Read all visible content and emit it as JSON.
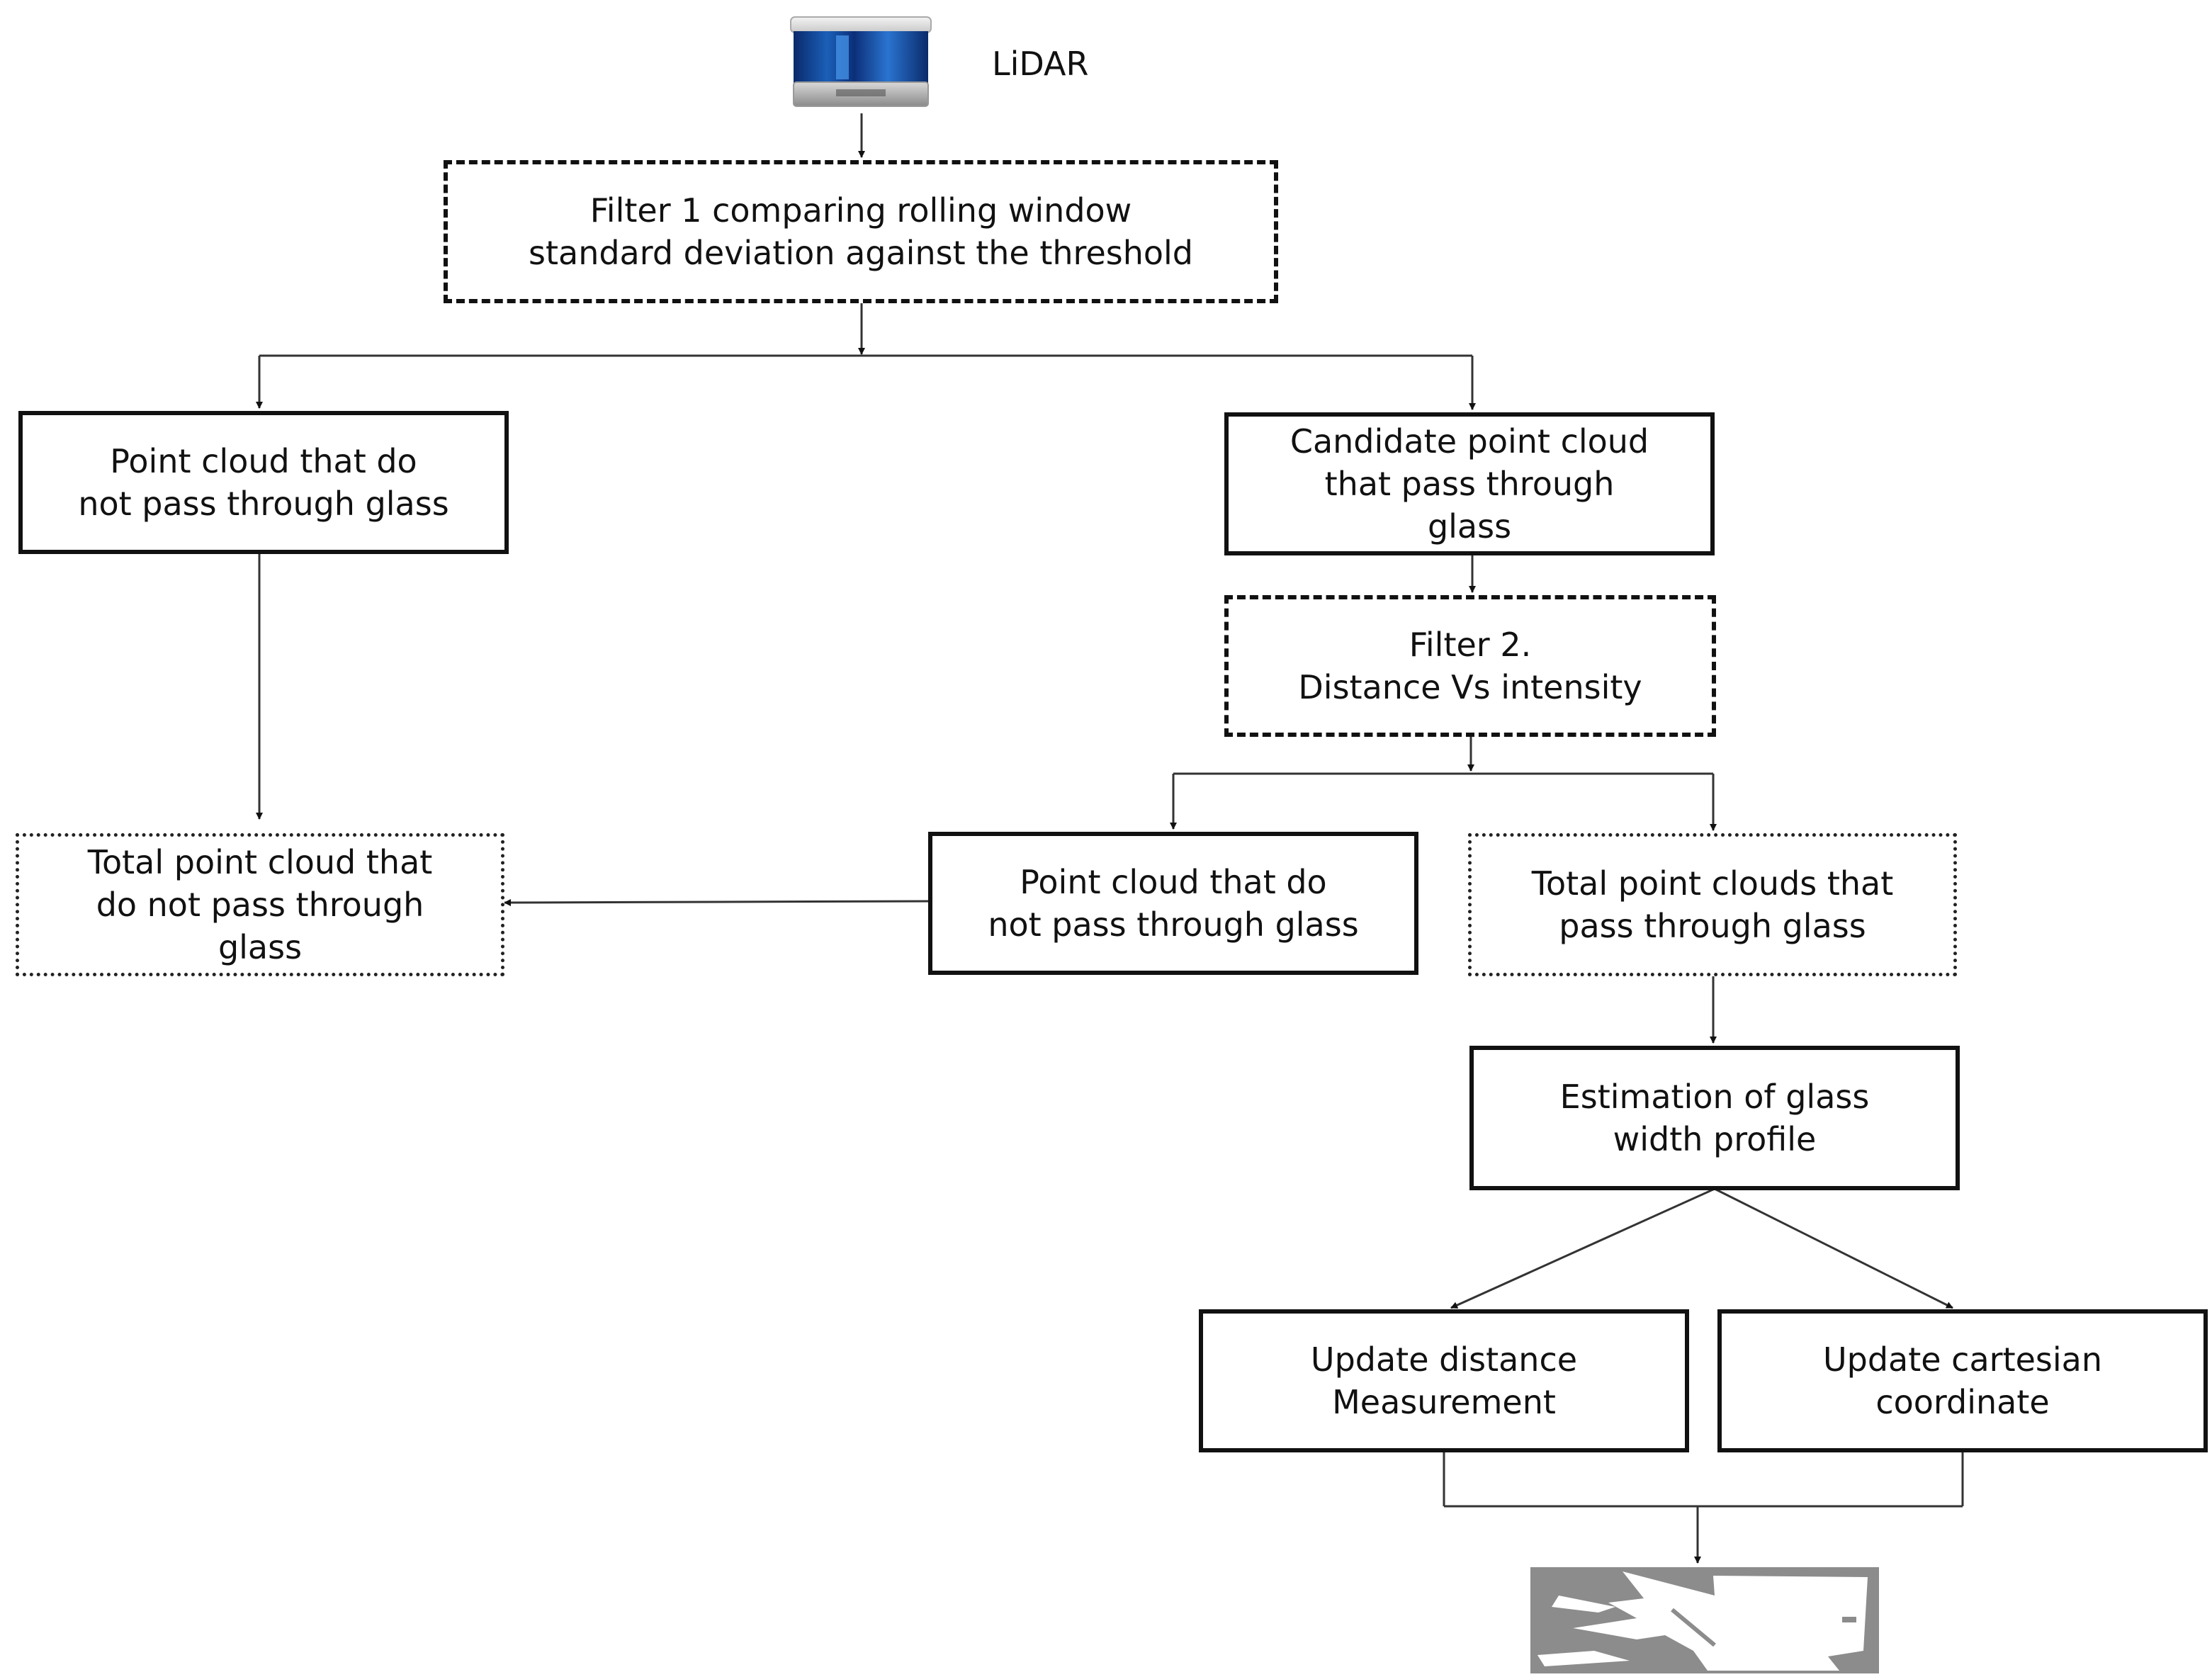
{
  "device": {
    "label": "LiDAR",
    "icon": "lidar-sensor-icon"
  },
  "nodes": {
    "filter1": {
      "line1": "Filter 1 comparing rolling window",
      "line2": "standard deviation against the threshold"
    },
    "no_pass_1": {
      "line1": "Point cloud that do",
      "line2": "not pass through glass"
    },
    "candidate": {
      "line1": "Candidate point cloud",
      "line2": "that pass through",
      "line3": "glass"
    },
    "filter2": {
      "line1": "Filter 2.",
      "line2": "Distance Vs intensity"
    },
    "total_no_pass": {
      "line1": "Total point cloud that",
      "line2": "do not pass through",
      "line3": "glass"
    },
    "no_pass_2": {
      "line1": "Point cloud that do",
      "line2": "not pass through glass"
    },
    "total_pass": {
      "line1": "Total point clouds that",
      "line2": "pass through glass"
    },
    "estimation": {
      "line1": "Estimation of glass",
      "line2": "width profile"
    },
    "update_distance": {
      "line1": "Update distance",
      "line2": "Measurement"
    },
    "update_cartesian": {
      "line1": "Update cartesian",
      "line2": "coordinate"
    }
  },
  "output_image": {
    "icon": "occupancy-map-icon"
  }
}
